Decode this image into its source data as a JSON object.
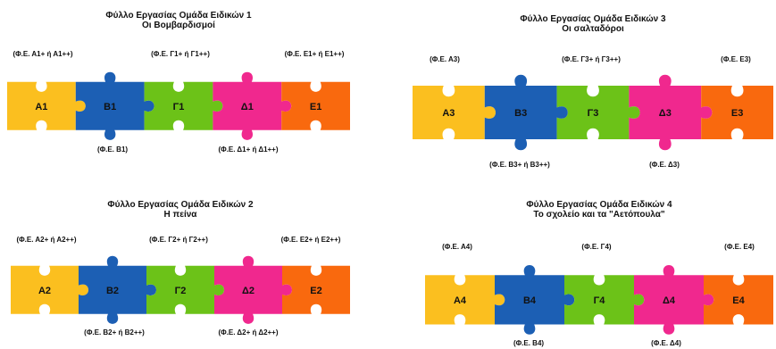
{
  "colors": {
    "A": "#fbbf1f",
    "B": "#1c5fb4",
    "G": "#6cc218",
    "D": "#f0288e",
    "E": "#f9690e"
  },
  "groups": [
    {
      "id": "g1",
      "title1": "Φύλλο Εργασίας Ομάδα Ειδικών 1",
      "title2": "Οι Βομβαρδισμοί",
      "pieces": [
        "Α1",
        "Β1",
        "Γ1",
        "Δ1",
        "Ε1"
      ],
      "top_labels": [
        "(Φ.Ε. Α1+ ή Α1++)",
        "(Φ.Ε. Γ1+ ή Γ1++)",
        "(Φ.Ε. Ε1+ ή Ε1++)"
      ],
      "bottom_labels": [
        "(Φ.Ε. Β1)",
        "(Φ.Ε. Δ1+ ή Δ1++)"
      ]
    },
    {
      "id": "g2",
      "title1": "Φύλλο Εργασίας Ομάδα Ειδικών 2",
      "title2": "Η πείνα",
      "pieces": [
        "Α2",
        "Β2",
        "Γ2",
        "Δ2",
        "Ε2"
      ],
      "top_labels": [
        "(Φ.Ε. Α2+ ή Α2++)",
        "(Φ.Ε. Γ2+ ή Γ2++)",
        "(Φ.Ε. Ε2+ ή Ε2++)"
      ],
      "bottom_labels": [
        "(Φ.Ε. Β2+ ή Β2++)",
        "(Φ.Ε. Δ2+ ή Δ2++)"
      ]
    },
    {
      "id": "g3",
      "title1": "Φύλλο Εργασίας Ομάδα Ειδικών 3",
      "title2": "Οι σαλταδόροι",
      "pieces": [
        "Α3",
        "Β3",
        "Γ3",
        "Δ3",
        "Ε3"
      ],
      "top_labels": [
        "(Φ.Ε. Α3)",
        "(Φ.Ε. Γ3+ ή Γ3++)",
        "(Φ.Ε. Ε3)"
      ],
      "bottom_labels": [
        "(Φ.Ε. Β3+ ή Β3++)",
        "(Φ.Ε. Δ3)"
      ]
    },
    {
      "id": "g4",
      "title1": "Φύλλο Εργασίας Ομάδα Ειδικών 4",
      "title2": "Το σχολείο και τα \"Αετόπουλα\"",
      "pieces": [
        "Α4",
        "Β4",
        "Γ4",
        "Δ4",
        "Ε4"
      ],
      "top_labels": [
        "(Φ.Ε. Α4)",
        "(Φ.Ε. Γ4)",
        "(Φ.Ε. Ε4)"
      ],
      "bottom_labels": [
        "(Φ.Ε. Β4)",
        "(Φ.Ε. Δ4)"
      ]
    }
  ]
}
